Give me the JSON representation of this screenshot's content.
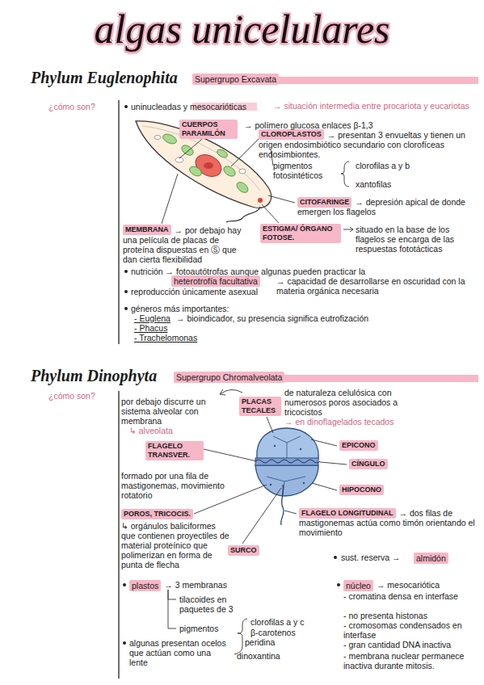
{
  "diagram": {
    "title": "algas unicelulares",
    "nodes": [
      {
        "text": [
          "Supergrupo Excavata"
        ]
      },
      {
        "text": [
          "CUERPOS PARAMILÓN"
        ]
      },
      {
        "text": [
          "CLOROPLASTOS"
        ]
      },
      {
        "text": [
          "CITOFARINGE"
        ]
      },
      {
        "text": [
          "MEMBRANA"
        ]
      },
      {
        "text": [
          "ESTIGMA/ ÓRGANO FOTOSE."
        ]
      },
      {
        "text": [
          "heterotrofía facultativa"
        ]
      },
      {
        "text": [
          "Supergrupo Chromalveolata"
        ]
      },
      {
        "text": [
          "PLACAS TECALES"
        ]
      },
      {
        "text": [
          "FLAGELO TRANSVER."
        ]
      },
      {
        "text": [
          "EPICONO"
        ]
      },
      {
        "text": [
          "CÍNGULO"
        ]
      },
      {
        "text": [
          "HIPOCONO"
        ]
      },
      {
        "text": [
          "POROS, TRICOCIS."
        ]
      },
      {
        "text": [
          "SURCO"
        ]
      },
      {
        "text": [
          "FLAGELO LONGITUDINAL"
        ]
      },
      {
        "text": [
          "almidón"
        ]
      },
      {
        "text": [
          "plastos"
        ]
      },
      {
        "text": [
          "núcleo"
        ]
      }
    ],
    "labels": [
      "Phylum Euglenophita",
      "¿cómo son?",
      "uninucleadas y mesocarióticas",
      "→ situación intermedia entre procariota y eucariotas",
      "→ polímero glucosa enlaces β-1,3",
      "→ presentan 3 envueltas y tienen un origen endosimbiótico secundario con clorofíceas endosimbiontes.",
      "pigmentos fotosintéticos",
      "clorofilas a y b",
      "xantofilas",
      "→ depresión apical de donde emergen los flagelos",
      "→ por debajo hay una película de placas de proteína dispuestas en Ⓢ que dan cierta flexibilidad",
      "situado en la base de los flagelos se encarga de las respuestas fototácticas",
      "nutrición → fotoautótrofas aunque algunas pueden practicar la",
      "→ capacidad de desarrollarse en oscuridad con la materia orgánica necesaria",
      "reproducción únicamente asexual",
      "géneros más importantes:",
      "- Euglena",
      "→ bioindicador, su presencia significa eutrofización",
      "- Phacus",
      "- Trachelomonas",
      "Phylum Dinophyta",
      "¿cómo son?",
      "por debajo discurre un sistema alveolar con membrana",
      "↳ alveolata",
      "de naturaleza celulósica con numerosos poros asociados a tricocistos",
      "→ en dinoflagelados tecados",
      "formado por una fila de mastigonemas, movimiento rotatorio",
      "↳ orgánulos baliciformes que contienen proyectiles de material proteínico que polimerizan en forma de punta de flecha",
      "→ dos filas de mastigonemas actúa como timón orientando el movimiento",
      "sust. reserva →",
      "→ 3 membranas",
      "tilacoides en paquetes de 3",
      "pigmentos",
      "clorofilas a y c",
      "β-carotenos",
      "peridina",
      "dinoxantina",
      "algunas presentan ocelos que actúan como una lente",
      "→ mesocariótica",
      "- cromatina densa en interfase",
      "- no presenta histonas",
      "- cromosomas condensados en interfase",
      "- gran cantidad DNA inactiva",
      "- membrana nuclear permanece inactiva durante mitosis."
    ]
  }
}
